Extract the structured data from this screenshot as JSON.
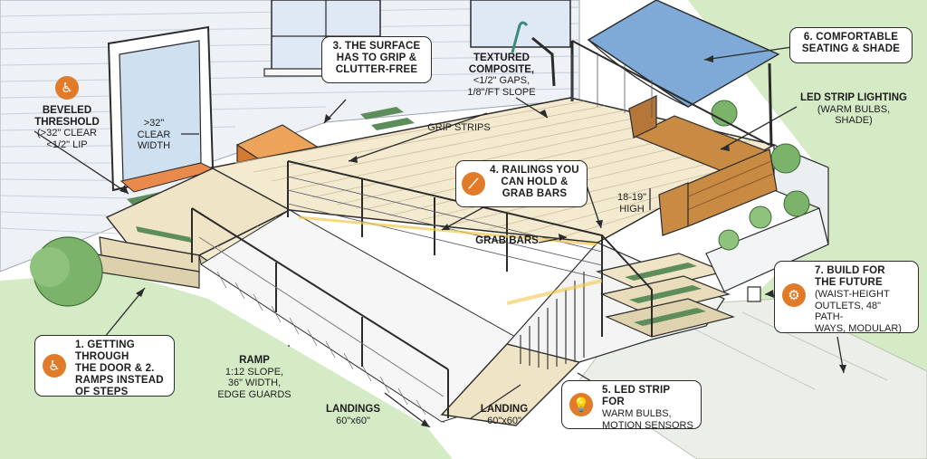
{
  "callouts": {
    "c1": {
      "title_lines": [
        "1. GETTING THROUGH",
        "THE DOOR & 2.",
        "RAMPS INSTEAD",
        "OF STEPS"
      ],
      "icon": "wheelchair-icon"
    },
    "c3": {
      "title_lines": [
        "3. THE SURFACE",
        "HAS TO GRIP &",
        "CLUTTER-FREE"
      ]
    },
    "c4": {
      "title_lines": [
        "4. RAILINGS YOU",
        "CAN HOLD &",
        "GRAB BARS"
      ],
      "icon": "cane-icon"
    },
    "c5": {
      "title_lines": [
        "5. LED STRIP FOR"
      ],
      "sub_lines": [
        "WARM BULBS,",
        "MOTION SENSORS"
      ],
      "icon": "lightbulb-icon"
    },
    "c6": {
      "title_lines": [
        "6. COMFORTABLE",
        "SEATING & SHADE"
      ]
    },
    "c7": {
      "title_lines": [
        "7. BUILD FOR",
        "THE FUTURE"
      ],
      "sub_lines": [
        "(WAIST-HEIGHT",
        "OUTLETS, 48\" PATH-",
        "WAYS, MODULAR)"
      ],
      "icon": "gear-icon"
    }
  },
  "labels": {
    "threshold": {
      "title_lines": [
        "BEVELED",
        "THRESHOLD"
      ],
      "sub_lines": [
        "(>32\" CLEAR",
        "<1/2\" LIP"
      ],
      "icon": "wheelchair-icon"
    },
    "door_width": {
      "lines": [
        ">32\"",
        "CLEAR",
        "WIDTH"
      ]
    },
    "textured": {
      "title_lines": [
        "TEXTURED",
        "COMPOSITE,"
      ],
      "sub_lines": [
        "<1/2\" GAPS,",
        "1/8\"/FT SLOPE"
      ]
    },
    "grip_strips": {
      "lines": [
        "GRIP STRIPS"
      ]
    },
    "grab_bars": {
      "lines": [
        "GRAB BARS"
      ]
    },
    "bench_height": {
      "lines": [
        "18-19\"",
        "HIGH"
      ]
    },
    "led_strip": {
      "title_lines": [
        "LED STRIP LIGHTING"
      ],
      "sub_lines": [
        "(WARM BULBS,",
        "SHADE)"
      ]
    },
    "ramp": {
      "title_lines": [
        "RAMP"
      ],
      "sub_lines": [
        "1:12 SLOPE,",
        "36\" WIDTH,",
        "EDGE GUARDS"
      ]
    },
    "landings": {
      "title_lines": [
        "LANDINGS"
      ],
      "sub_lines": [
        "60\"x60\""
      ]
    },
    "landing": {
      "title_lines": [
        "LANDING"
      ],
      "sub_lines": [
        "60\"x60\""
      ]
    }
  },
  "colors": {
    "accent_orange": "#e07b2a",
    "deck_board": "#f3ead0",
    "deck_line": "#cdbf9c",
    "grip_green": "#5d8d5b",
    "siding": "#eef1f6",
    "grass": "#cfe7c0",
    "shade_sail": "#7fa9d6",
    "bench_wood": "#c98a44",
    "outline": "#2b2b2b"
  }
}
